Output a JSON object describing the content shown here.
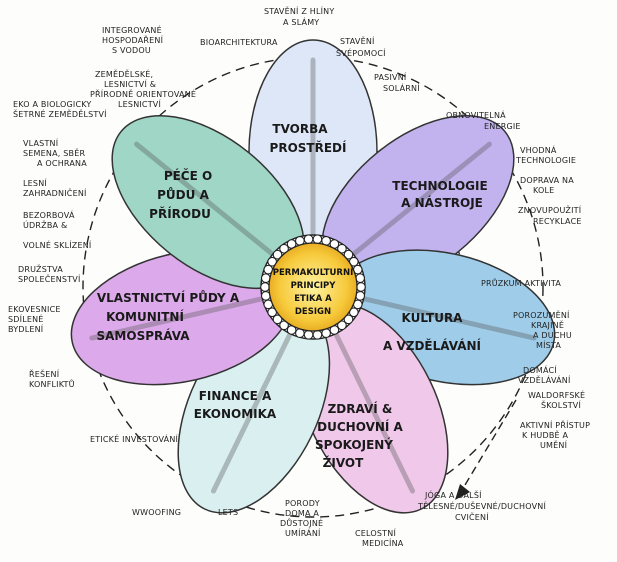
{
  "center": {
    "l1": "PERMAKULTURNÍ",
    "l2": "PRINCIPY",
    "l3": "ETIKA A",
    "l4": "DESIGN"
  },
  "petals": {
    "tvorba": [
      "TVORBA",
      "PROSTŘEDÍ"
    ],
    "technologie": [
      "TECHNOLOGIE",
      "A NÁSTROJE"
    ],
    "kultura": [
      "KULTURA",
      "A VZDĚLÁVÁNÍ"
    ],
    "zdravi": [
      "ZDRAVÍ &",
      "DUCHOVNÍ A",
      "SPOKOJENÝ",
      "ŽIVOT"
    ],
    "finance": [
      "FINANCE A",
      "EKONOMIKA"
    ],
    "vlastnictvi": [
      "VLASTNICTVÍ PŮDY A",
      "KOMUNITNÍ",
      "SAMOSPRÁVA"
    ],
    "pece": [
      "PÉČE O",
      "PŮDU A",
      "PŘÍRODU"
    ]
  },
  "outer": {
    "stavenizhliny1": "STAVĚNÍ Z HLÍNY",
    "stavenizhliny2": "A SLÁMY",
    "integrovane1": "INTEGROVANÉ",
    "integrovane2": "HOSPODAŘENÍ",
    "integrovane3": "S VODOU",
    "bioarchitektura": "BIOARCHITEKTURA",
    "staveni1": "STAVĚNÍ",
    "staveni2": "SVÉPOMOCÍ",
    "zemedelske1": "ZEMĚDĚLSKÉ,",
    "zemedelske2": "LESNICTVÍ &",
    "zemedelske3": "PŘÍRODNĚ ORIENTOVANÉ",
    "zemedelske4": "LESNICTVÍ",
    "pasivni1": "PASIVNÍ",
    "pasivni2": "SOLÁRNÍ",
    "eko1": "EKO A BIOLOGICKY",
    "eko2": "ŠETRNÉ ZEMĚDĚLSTVÍ",
    "obnovitelna1": "OBNOVITELNÁ",
    "obnovitelna2": "ENERGIE",
    "semena1": "VLASTNÍ",
    "semena2": "SEMENA, SBĚR",
    "semena3": "A OCHRANA",
    "vhodna1": "VHODNÁ",
    "vhodna2": "TECHNOLOGIE",
    "lesni1": "LESNÍ",
    "lesni2": "ZAHRADNIČENÍ",
    "doprava1": "DOPRAVA NA",
    "doprava2": "KOLE",
    "bezorbova1": "BEZORBOVÁ",
    "bezorbova2": "ÚDRŽBA &",
    "bezorbova3": "VOLNÉ SKLÍZENÍ",
    "znovu1": "ZNOVUPOUŽITÍ",
    "znovu2": "RECYKLACE",
    "druzstva1": "DRUŽSTVA",
    "druzstva2": "SPOLEČENSTVÍ",
    "pruzkum": "PRŮZKUM AKTIVITA",
    "ekovesnice1": "EKOVESNICE",
    "ekovesnice2": "SDÍLENÉ",
    "ekovesnice3": "BYDLENÍ",
    "porozumeni1": "POROZUMĚNÍ",
    "porozumeni2": "KRAJINĚ",
    "porozumeni3": "A DUCHU",
    "porozumeni4": "MÍSTA",
    "reseni1": "ŘEŠENÍ",
    "reseni2": "KONFLIKTŮ",
    "domaci1": "DOMÁCÍ",
    "domaci2": "VZDĚLÁVÁNÍ",
    "waldorf1": "WALDORFSKÉ",
    "waldorf2": "ŠKOLSTVÍ",
    "aktivni1": "AKTIVNÍ PŘÍSTUP",
    "aktivni2": "K HUDBĚ A",
    "aktivni3": "UMĚNÍ",
    "eticke": "ETICKÉ INVESTOVÁNÍ",
    "joga1": "JÓGA A DALŠÍ",
    "joga2": "TĚLESNÉ/DUŠEVNÉ/DUCHOVNÍ",
    "joga3": "CVIČENÍ",
    "wwoofing": "WWOOFING",
    "lets": "LETS",
    "porody1": "PORODY",
    "porody2": "DOMA A",
    "porody3": "DŮSTOJNÉ",
    "porody4": "UMÍRÁNÍ",
    "celostni1": "CELOSTNÍ",
    "celostni2": "MEDICÍNA"
  },
  "colors": {
    "tvorba": "#dde7f7",
    "technologie": "#c2b3ee",
    "kultura": "#9fcde9",
    "zdravi": "#f0c8ea",
    "finance": "#d9eff0",
    "vlastnictvi": "#dcaaea",
    "pece": "#9fd6c6",
    "center": "#f6c93a"
  }
}
